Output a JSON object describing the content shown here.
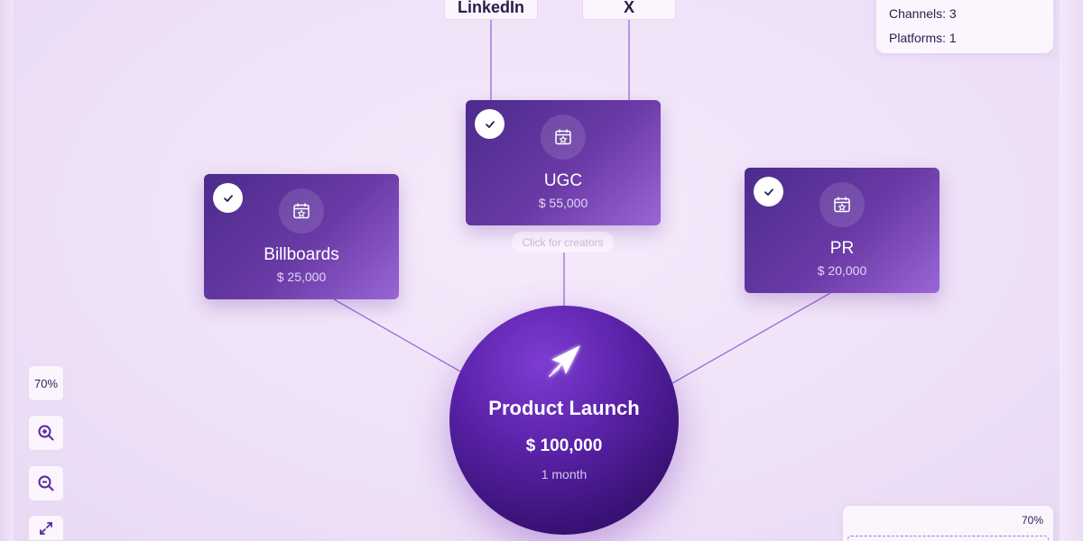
{
  "platforms": [
    {
      "label": "LinkedIn"
    },
    {
      "label": "X"
    }
  ],
  "stats": {
    "channels": "Channels: 3",
    "platforms": "Platforms: 1"
  },
  "channels": [
    {
      "title": "Billboards",
      "amount": "$ 25,000",
      "checked": true
    },
    {
      "title": "UGC",
      "amount": "$ 55,000",
      "checked": true
    },
    {
      "title": "PR",
      "amount": "$ 20,000",
      "checked": true
    }
  ],
  "creators_hint": "Click for creators",
  "hub": {
    "name": "Product Launch",
    "budget": "$ 100,000",
    "duration": "1 month"
  },
  "zoom": {
    "level": "70%",
    "zoom_in_icon": "zoom-in-icon",
    "zoom_out_icon": "zoom-out-icon",
    "fit_icon": "fit-screen-icon"
  },
  "minimap": {
    "zoom": "70%"
  },
  "colors": {
    "accent": "#6a3aa6",
    "hub": "#4a1a94",
    "connector": "#9b6ad6"
  }
}
